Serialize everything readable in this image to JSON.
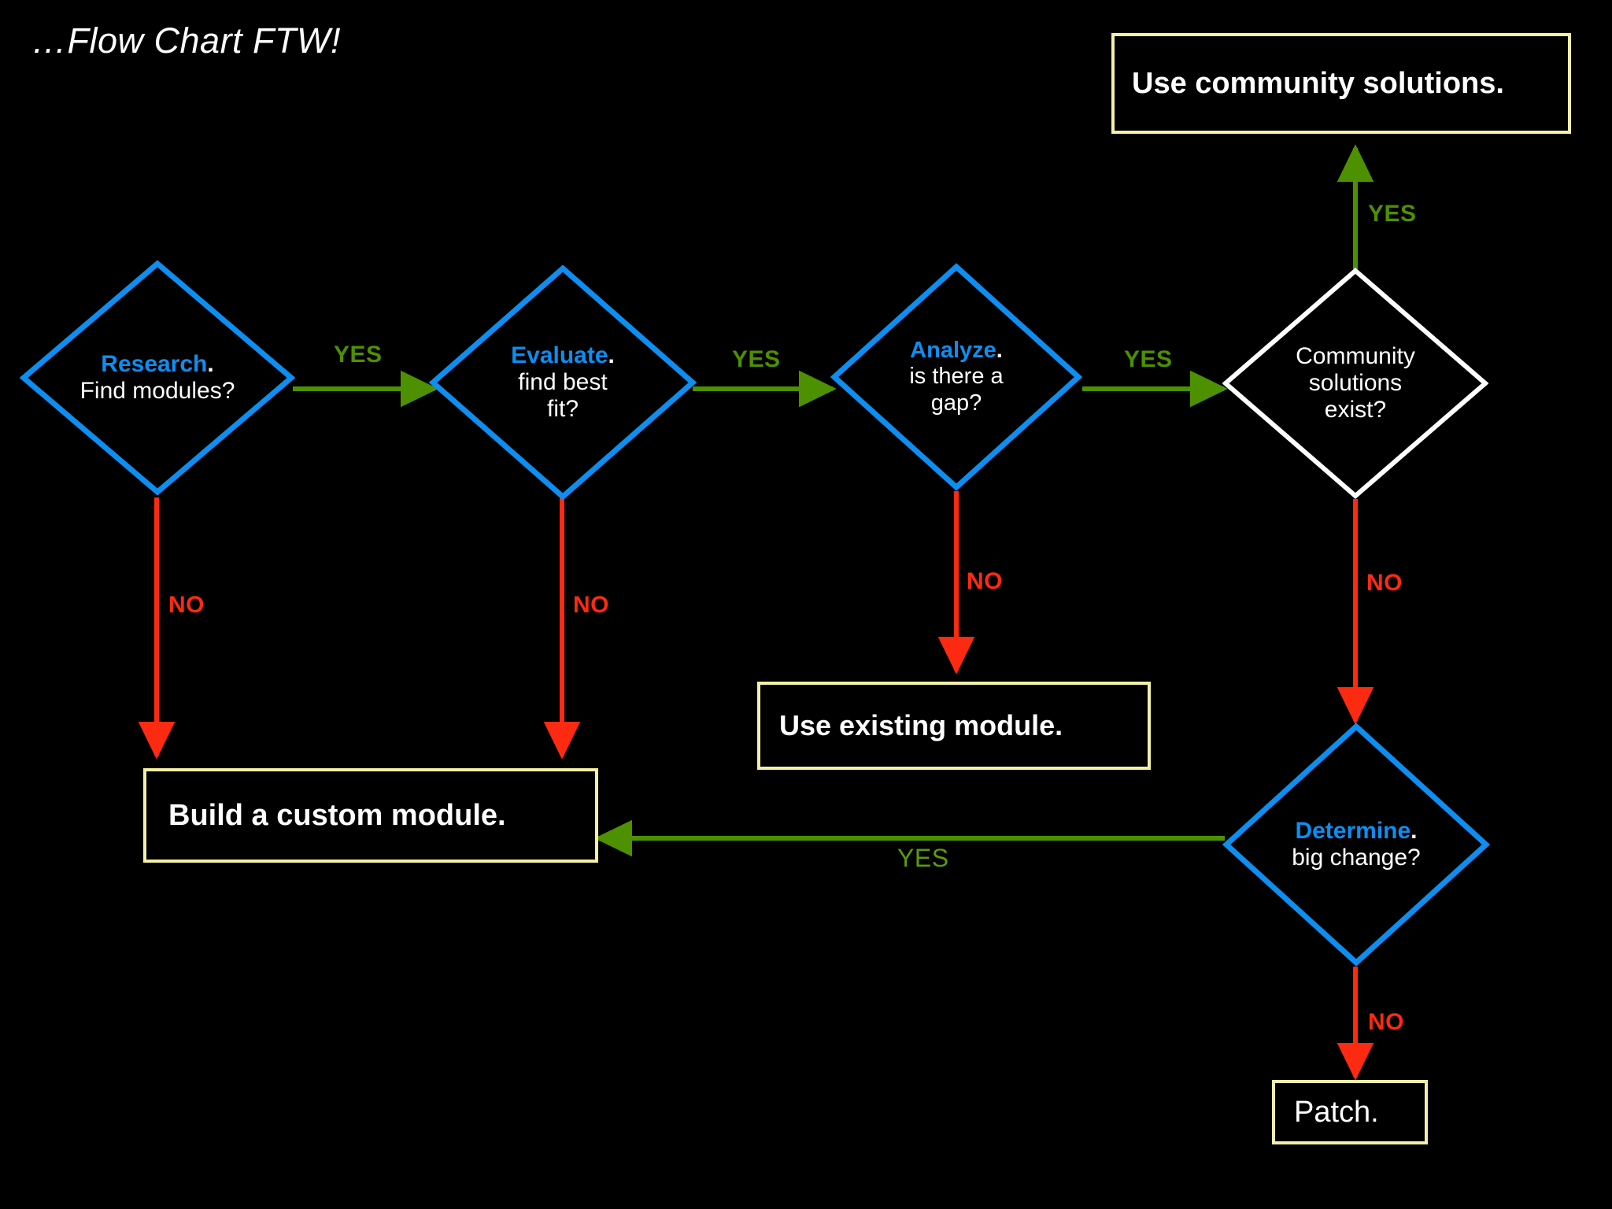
{
  "page": {
    "title": "…Flow Chart FTW!",
    "background_color": "#000000"
  },
  "colors": {
    "diamond_blue": "#0d8ef0",
    "diamond_white": "#ffffff",
    "box_border_yellow": "#f4f0a5",
    "yes_green": "#4d9000",
    "no_red": "#fc2a10",
    "text_white": "#ffffff"
  },
  "nodes": {
    "research": {
      "keyword": "Research",
      "dot": ".",
      "line2": "Find modules?",
      "shape": "diamond",
      "outline": "#0d8ef0"
    },
    "evaluate": {
      "keyword": "Evaluate",
      "dot": ".",
      "line2": "find best",
      "line3": "fit?",
      "shape": "diamond",
      "outline": "#0d8ef0"
    },
    "analyze": {
      "keyword": "Analyze",
      "dot": ".",
      "line2": "is there a",
      "line3": "gap?",
      "shape": "diamond",
      "outline": "#0d8ef0"
    },
    "community": {
      "line1": "Community",
      "line2": "solutions",
      "line3": "exist?",
      "shape": "diamond",
      "outline": "#ffffff"
    },
    "determine": {
      "keyword": "Determine",
      "dot": ".",
      "line2": "big change?",
      "shape": "diamond",
      "outline": "#0d8ef0"
    },
    "use_community": {
      "label": "Use community solutions.",
      "shape": "box"
    },
    "use_existing": {
      "label": "Use existing module.",
      "shape": "box"
    },
    "build_custom": {
      "label": "Build a custom module.",
      "shape": "box"
    },
    "patch": {
      "label": "Patch.",
      "shape": "box"
    }
  },
  "edges": [
    {
      "id": "research-to-evaluate",
      "label": "YES",
      "color": "#4d9000",
      "from": "research",
      "to": "evaluate",
      "direction": "right"
    },
    {
      "id": "evaluate-to-analyze",
      "label": "YES",
      "color": "#4d9000",
      "from": "evaluate",
      "to": "analyze",
      "direction": "right"
    },
    {
      "id": "analyze-to-community",
      "label": "YES",
      "color": "#4d9000",
      "from": "analyze",
      "to": "community",
      "direction": "right"
    },
    {
      "id": "community-to-use-community",
      "label": "YES",
      "color": "#4d9000",
      "from": "community",
      "to": "use_community",
      "direction": "up"
    },
    {
      "id": "research-to-build",
      "label": "NO",
      "color": "#fc2a10",
      "from": "research",
      "to": "build_custom",
      "direction": "down"
    },
    {
      "id": "evaluate-to-build",
      "label": "NO",
      "color": "#fc2a10",
      "from": "evaluate",
      "to": "build_custom",
      "direction": "down"
    },
    {
      "id": "analyze-to-use-existing",
      "label": "NO",
      "color": "#fc2a10",
      "from": "analyze",
      "to": "use_existing",
      "direction": "down"
    },
    {
      "id": "community-to-determine",
      "label": "NO",
      "color": "#fc2a10",
      "from": "community",
      "to": "determine",
      "direction": "down"
    },
    {
      "id": "determine-to-build",
      "label": "YES",
      "color": "#4d9000",
      "from": "determine",
      "to": "build_custom",
      "direction": "left"
    },
    {
      "id": "determine-to-patch",
      "label": "NO",
      "color": "#fc2a10",
      "from": "determine",
      "to": "patch",
      "direction": "down"
    }
  ],
  "labels": {
    "yes_1": "YES",
    "yes_2": "YES",
    "yes_3": "YES",
    "yes_up": "YES",
    "yes_bottom": "YES",
    "no_1": "NO",
    "no_2": "NO",
    "no_3": "NO",
    "no_4": "NO",
    "no_5": "NO"
  }
}
